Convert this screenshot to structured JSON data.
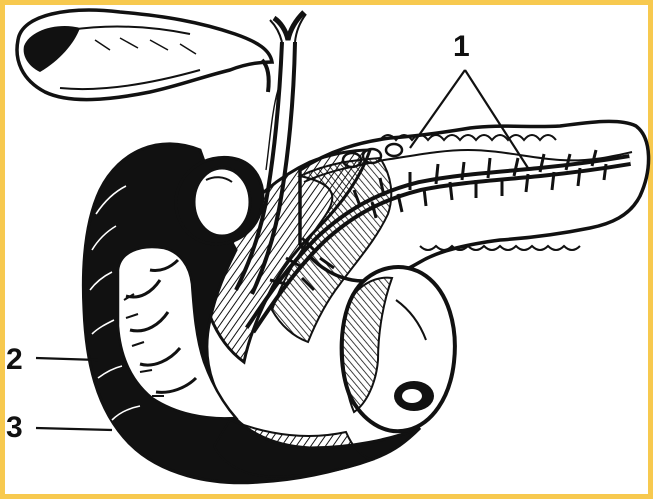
{
  "figure": {
    "labels": {
      "one": "1",
      "two": "2",
      "three": "3"
    },
    "colors": {
      "frame": "#f7c94f",
      "background": "#ffffff",
      "ink": "#111111"
    }
  }
}
